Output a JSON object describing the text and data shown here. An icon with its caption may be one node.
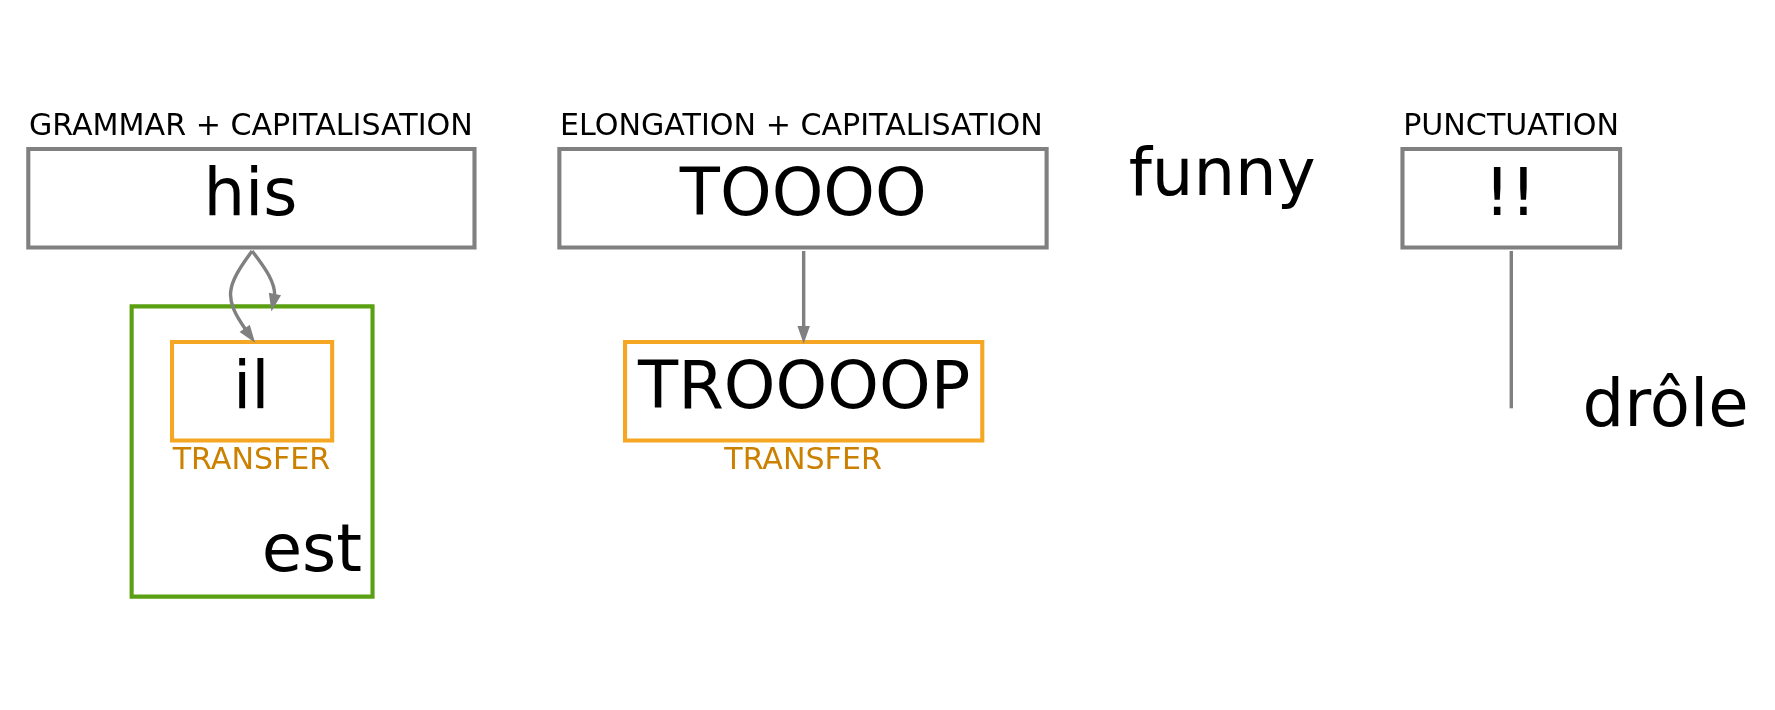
{
  "diagram": {
    "nodes": [
      {
        "text": [
          "GRAMMAR + CAPITALISATION",
          "his"
        ]
      },
      {
        "text": [
          "ELONGATION + CAPITALISATION",
          "TOOOO"
        ]
      },
      {
        "text": [
          "PUNCTUATION",
          "!!"
        ]
      },
      {
        "text": [
          "est"
        ]
      },
      {
        "text": [
          "il"
        ],
        "in": 3,
        "beside": [
          "TRANSFER"
        ]
      },
      {
        "text": [
          "TROOOOP"
        ],
        "beside": [
          "TRANSFER"
        ]
      }
    ],
    "edges": [
      {
        "from": 0,
        "to": 4,
        "arrow": "to"
      },
      {
        "from": 0,
        "to": 3,
        "arrow": "to"
      },
      {
        "from": 1,
        "to": 5,
        "arrow": "to"
      },
      {
        "from": 2,
        "to": null,
        "arrow": "none"
      }
    ],
    "labels": [
      "funny",
      "drôle"
    ]
  }
}
